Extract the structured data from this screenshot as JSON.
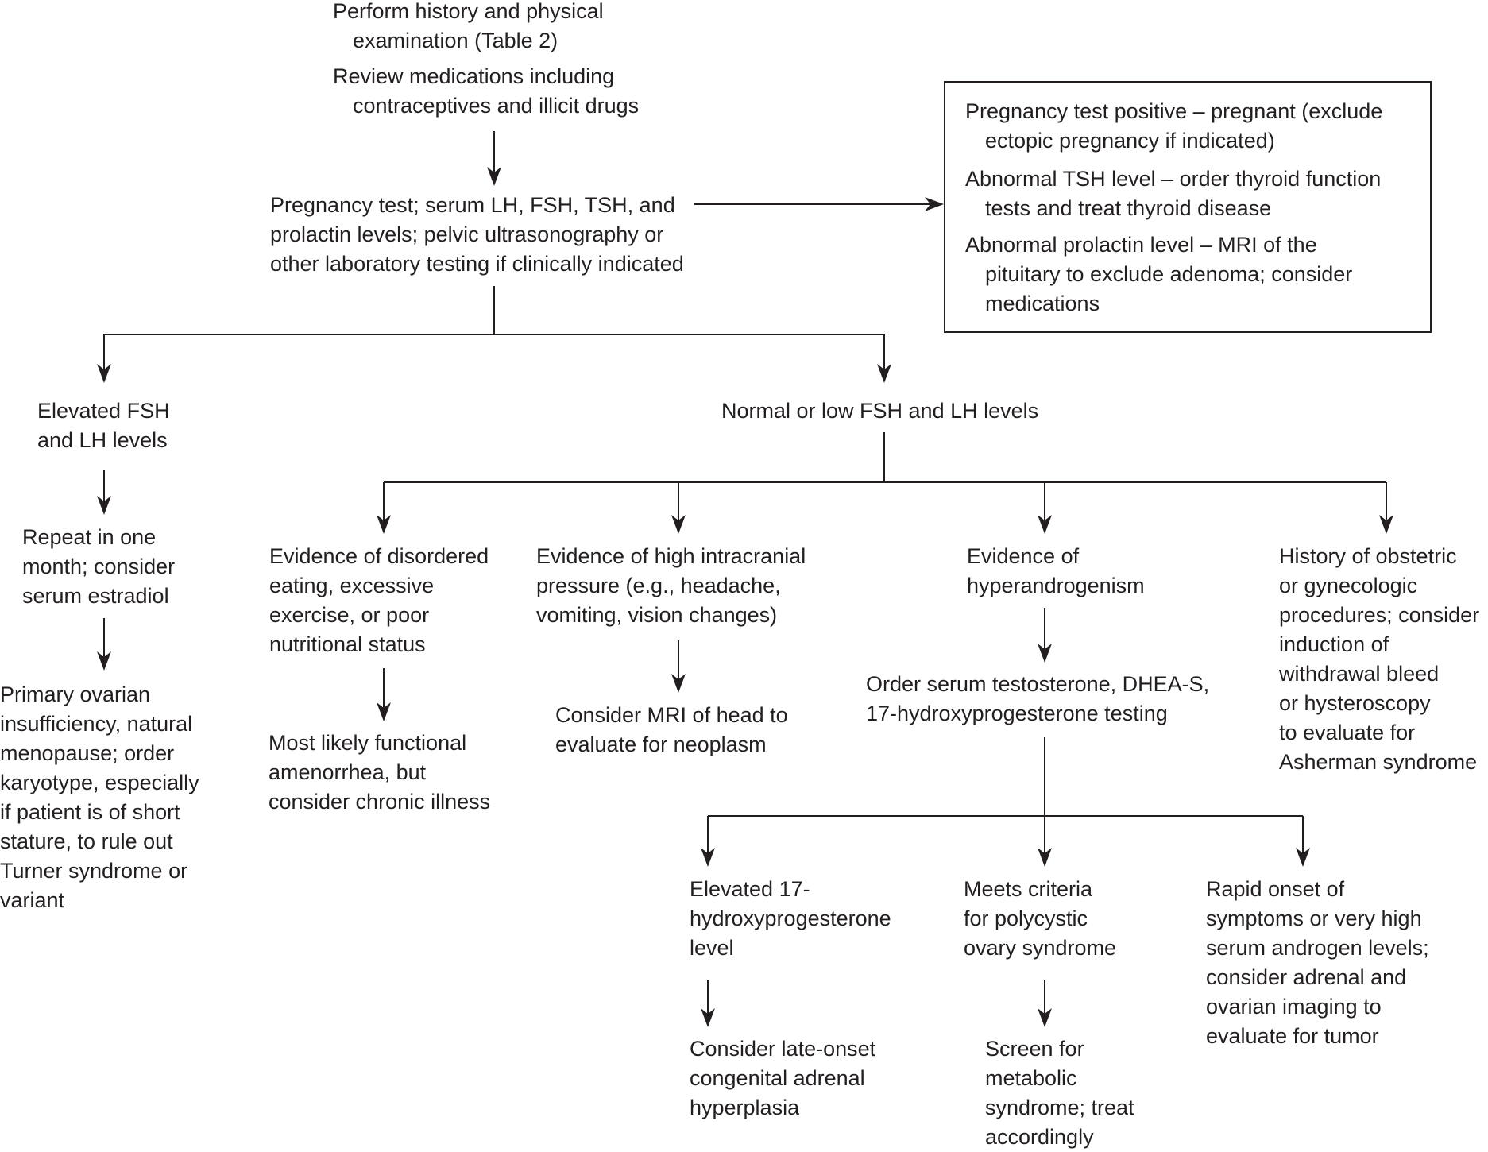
{
  "nodes": {
    "history": [
      "Perform history and physical",
      "examination (Table 2)"
    ],
    "medications": [
      "Review medications including",
      "contraceptives and illicit drugs"
    ],
    "labs": [
      "Pregnancy test; serum LH, FSH, TSH, and",
      "prolactin levels; pelvic ultrasonography or",
      "other laboratory testing if clinically indicated"
    ],
    "results_box": [
      [
        "Pregnancy test positive – pregnant (exclude",
        "ectopic pregnancy if indicated)"
      ],
      [
        "Abnormal TSH level – order thyroid function",
        "tests and treat thyroid disease"
      ],
      [
        "Abnormal prolactin level – MRI of the",
        "pituitary to exclude adenoma; consider",
        "medications"
      ]
    ],
    "elevated_fsh": [
      "Elevated FSH",
      "and LH levels"
    ],
    "normal_fsh": [
      "Normal or low FSH and LH levels"
    ],
    "repeat": [
      "Repeat in one",
      "month; consider",
      "serum estradiol"
    ],
    "primary_ovarian": [
      "Primary ovarian",
      "insufficiency, natural",
      "menopause; order",
      "karyotype, especially",
      "if patient is of short",
      "stature, to rule out",
      "Turner syndrome or",
      "variant"
    ],
    "disordered_eating": [
      "Evidence of disordered",
      "eating, excessive",
      "exercise, or poor",
      "nutritional status"
    ],
    "functional": [
      "Most likely functional",
      "amenorrhea, but",
      "consider chronic illness"
    ],
    "intracranial": [
      "Evidence of high intracranial",
      "pressure (e.g., headache,",
      "vomiting, vision changes)"
    ],
    "mri_head": [
      "Consider MRI of head to",
      "evaluate for neoplasm"
    ],
    "hyperandrogenism": [
      "Evidence of",
      "hyperandrogenism"
    ],
    "order_testosterone": [
      "Order serum testosterone, DHEA-S,",
      "17-hydroxyprogesterone testing"
    ],
    "obstetric": [
      "History of obstetric",
      "or gynecologic",
      "procedures; consider",
      "induction of",
      "withdrawal bleed",
      "or hysteroscopy",
      "to evaluate for",
      "Asherman syndrome"
    ],
    "elevated_17": [
      "Elevated 17-",
      "hydroxyprogesterone",
      "level"
    ],
    "pcos": [
      "Meets criteria",
      "for polycystic",
      "ovary syndrome"
    ],
    "rapid_onset": [
      "Rapid onset of",
      "symptoms or very high",
      "serum androgen levels;",
      "consider adrenal and",
      "ovarian imaging to",
      "evaluate for tumor"
    ],
    "late_onset": [
      "Consider late-onset",
      "congenital adrenal",
      "hyperplasia"
    ],
    "metabolic": [
      "Screen for",
      "metabolic",
      "syndrome; treat",
      "accordingly"
    ]
  },
  "colors": {
    "ink": "#231f20",
    "background": "#ffffff"
  }
}
